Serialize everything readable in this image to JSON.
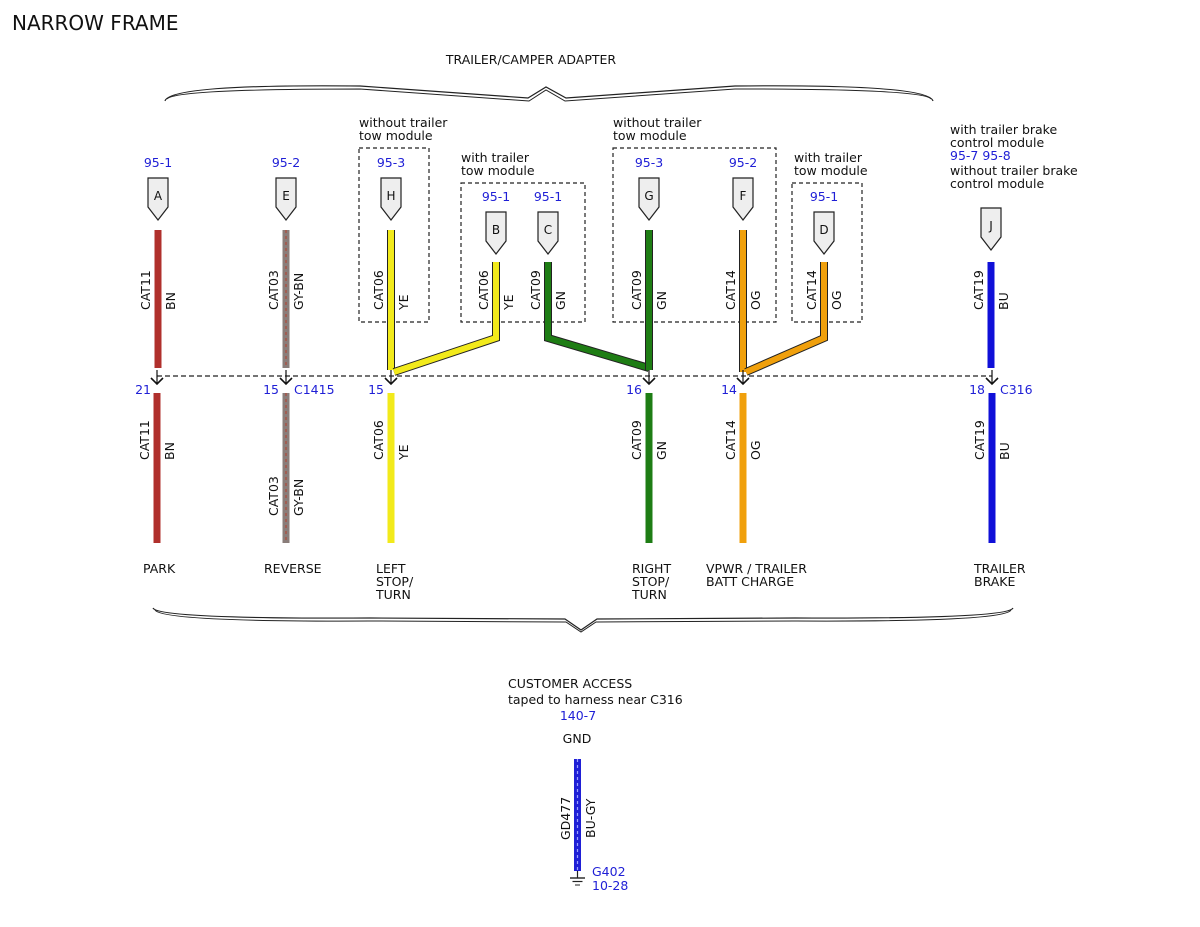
{
  "title": "NARROW FRAME",
  "top_brace_label": "TRAILER/CAMPER ADAPTER",
  "colors": {
    "BN": "#b0302c",
    "GY-BN": "#8a7d7a",
    "YE": "#f2ea1b",
    "GN": "#1e7d14",
    "OG": "#f0a00c",
    "BU": "#1010d8",
    "BU-GY": "#1f1fd6",
    "ref_text": "#1f1fd6"
  },
  "group_labels": {
    "without_trailer_tow_module_left": [
      "without trailer",
      "tow module"
    ],
    "with_trailer_tow_module_left": [
      "with trailer",
      "tow module"
    ],
    "without_trailer_tow_module_right": [
      "without trailer",
      "tow module"
    ],
    "with_trailer_tow_module_right": [
      "with trailer",
      "tow module"
    ],
    "brake_line1": "with trailer brake",
    "brake_line2": "control module",
    "brake_refs": "95-7  95-8",
    "brake_line3": "without trailer brake",
    "brake_line4": "control module"
  },
  "terminals": [
    {
      "pin": "A",
      "ref": "95-1",
      "circuit": "CAT11",
      "color": "BN"
    },
    {
      "pin": "E",
      "ref": "95-2",
      "circuit": "CAT03",
      "color": "GY-BN"
    },
    {
      "pin": "H",
      "ref": "95-3",
      "circuit": "CAT06",
      "color": "YE"
    },
    {
      "pin": "B",
      "ref": "95-1",
      "circuit": "CAT06",
      "color": "YE"
    },
    {
      "pin": "C",
      "ref": "95-1",
      "circuit": "CAT09",
      "color": "GN"
    },
    {
      "pin": "G",
      "ref": "95-3",
      "circuit": "CAT09",
      "color": "GN"
    },
    {
      "pin": "F",
      "ref": "95-2",
      "circuit": "CAT14",
      "color": "OG"
    },
    {
      "pin": "D",
      "ref": "95-1",
      "circuit": "CAT14",
      "color": "OG"
    },
    {
      "pin": "J",
      "ref": "",
      "circuit": "CAT19",
      "color": "BU"
    }
  ],
  "connector_left": {
    "name": "C1415"
  },
  "connector_right": {
    "name": "C316"
  },
  "lower_wires": [
    {
      "pin_num": "21",
      "circuit": "CAT11",
      "color": "BN",
      "function": [
        "PARK"
      ]
    },
    {
      "pin_num": "15",
      "circuit": "CAT03",
      "color": "GY-BN",
      "function": [
        "REVERSE"
      ]
    },
    {
      "pin_num": "15",
      "circuit": "CAT06",
      "color": "YE",
      "function": [
        "LEFT",
        "STOP/",
        "TURN"
      ]
    },
    {
      "pin_num": "16",
      "circuit": "CAT09",
      "color": "GN",
      "function": [
        "RIGHT",
        "STOP/",
        "TURN"
      ]
    },
    {
      "pin_num": "14",
      "circuit": "CAT14",
      "color": "OG",
      "function": [
        "VPWR / TRAILER",
        "BATT CHARGE"
      ]
    },
    {
      "pin_num": "18",
      "circuit": "CAT19",
      "color": "BU",
      "function": [
        "TRAILER",
        "BRAKE"
      ]
    }
  ],
  "customer_access": {
    "line1": "CUSTOMER ACCESS",
    "line2": "taped to harness near C316",
    "ref": "140-7",
    "function": "GND",
    "circuit": "GD477",
    "color": "BU-GY",
    "ground_name": "G402",
    "ground_ref": "10-28"
  }
}
